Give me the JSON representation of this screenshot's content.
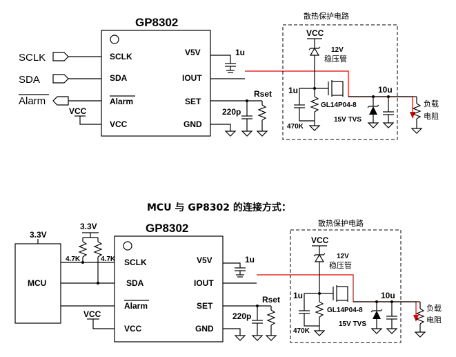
{
  "top": {
    "chip_title": "GP8302",
    "pins_left": [
      "SCLK",
      "SDA",
      "Alarm",
      "VCC"
    ],
    "pins_right": [
      "V5V",
      "IOUT",
      "SET",
      "GND"
    ],
    "ext_signals": [
      "SCLK",
      "SDA",
      "Alarm"
    ],
    "vcc_label": "VCC",
    "cap_v5v": "1u",
    "rset": "Rset",
    "cap_set": "220p",
    "protect_title": "散热保护电路",
    "protect_vcc": "VCC",
    "zener_v": "12V",
    "zener_name": "稳压管",
    "cap_1u": "1u",
    "res_470k": "470K",
    "mosfet": "GL14P04-8",
    "tvs": "15V TVS",
    "cap_10u": "10u",
    "load_1": "负载",
    "load_2": "电阻"
  },
  "heading": "MCU 与 GP8302 的连接方式：",
  "bottom": {
    "chip_title": "GP8302",
    "pins_left": [
      "SCLK",
      "SDA",
      "Alarm",
      "VCC"
    ],
    "pins_right": [
      "V5V",
      "IOUT",
      "SET",
      "GND"
    ],
    "mcu_label": "MCU",
    "mcu_supply": "3.3V",
    "pullup_supply": "3.3V",
    "pullup_r1": "4.7K",
    "pullup_r2": "4.7K",
    "vcc_label": "VCC",
    "cap_v5v": "1u",
    "rset": "Rset",
    "cap_set": "220p",
    "protect_title": "散热保护电路",
    "protect_vcc": "VCC",
    "zener_v": "12V",
    "zener_name": "稳压管",
    "cap_1u": "1u",
    "res_470k": "470K",
    "mosfet": "GL14P04-8",
    "tvs": "15V TVS",
    "cap_10u": "10u",
    "load_1": "负载",
    "load_2": "电阻"
  }
}
